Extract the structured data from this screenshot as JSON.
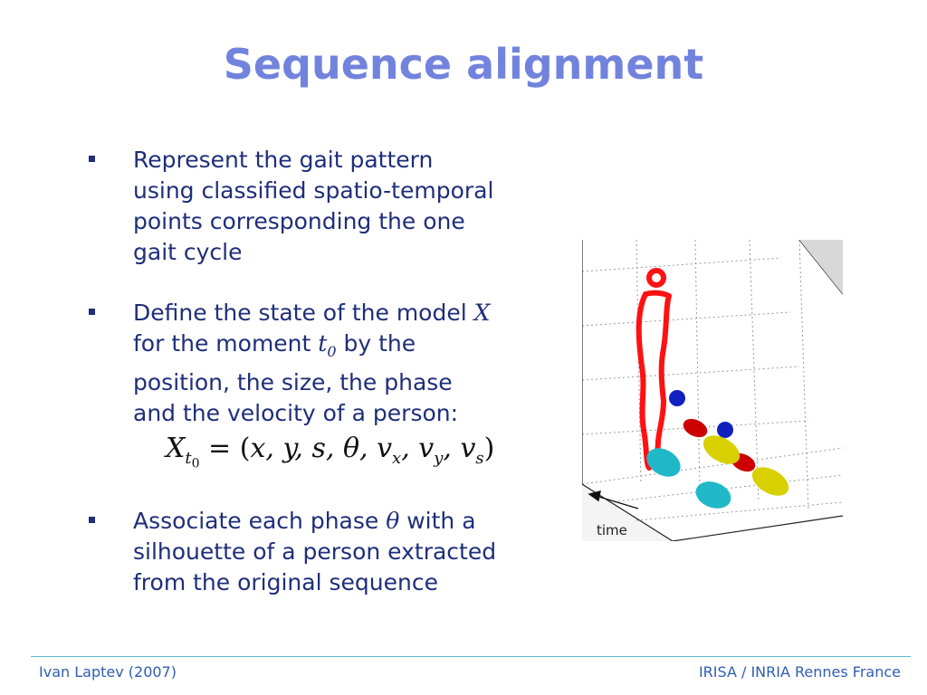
{
  "slide": {
    "title": "Sequence alignment"
  },
  "bullets": [
    {
      "lines": [
        "Represent the gait pattern",
        "using classified spatio-temporal",
        "points corresponding the one",
        "gait cycle"
      ]
    },
    {
      "line1_a": "Define the state of the model ",
      "line1_var": "X",
      "line2_a": "for the moment ",
      "line2_var": "t",
      "line2_sub": "0",
      "line2_b": " by the",
      "line3": "position, the size, the phase",
      "line4": "and the velocity of a person:"
    },
    {
      "line1_a": "Associate each phase ",
      "line1_var": "θ",
      "line1_b": " with a",
      "line2": "silhouette of a person extracted",
      "line3": "from the original sequence"
    }
  ],
  "formula": {
    "lhs": "X",
    "lhs_sub": "t",
    "lhs_subsub": "0",
    "equals": " = ",
    "open": "(",
    "vars": "x, y, s, θ, v",
    "sub_x": "x",
    "sep1": ", v",
    "sub_y": "y",
    "sep2": ", v",
    "sub_s": "s",
    "close": ")"
  },
  "figure": {
    "axis_label": "time",
    "colors": {
      "silhouette": "#ff1111",
      "blue": "#1020c0",
      "red": "#cc0000",
      "yellow": "#d8d000",
      "cyan": "#20b8c8"
    }
  },
  "footer": {
    "left": "Ivan Laptev (2007)",
    "right": "IRISA / INRIA Rennes France"
  }
}
